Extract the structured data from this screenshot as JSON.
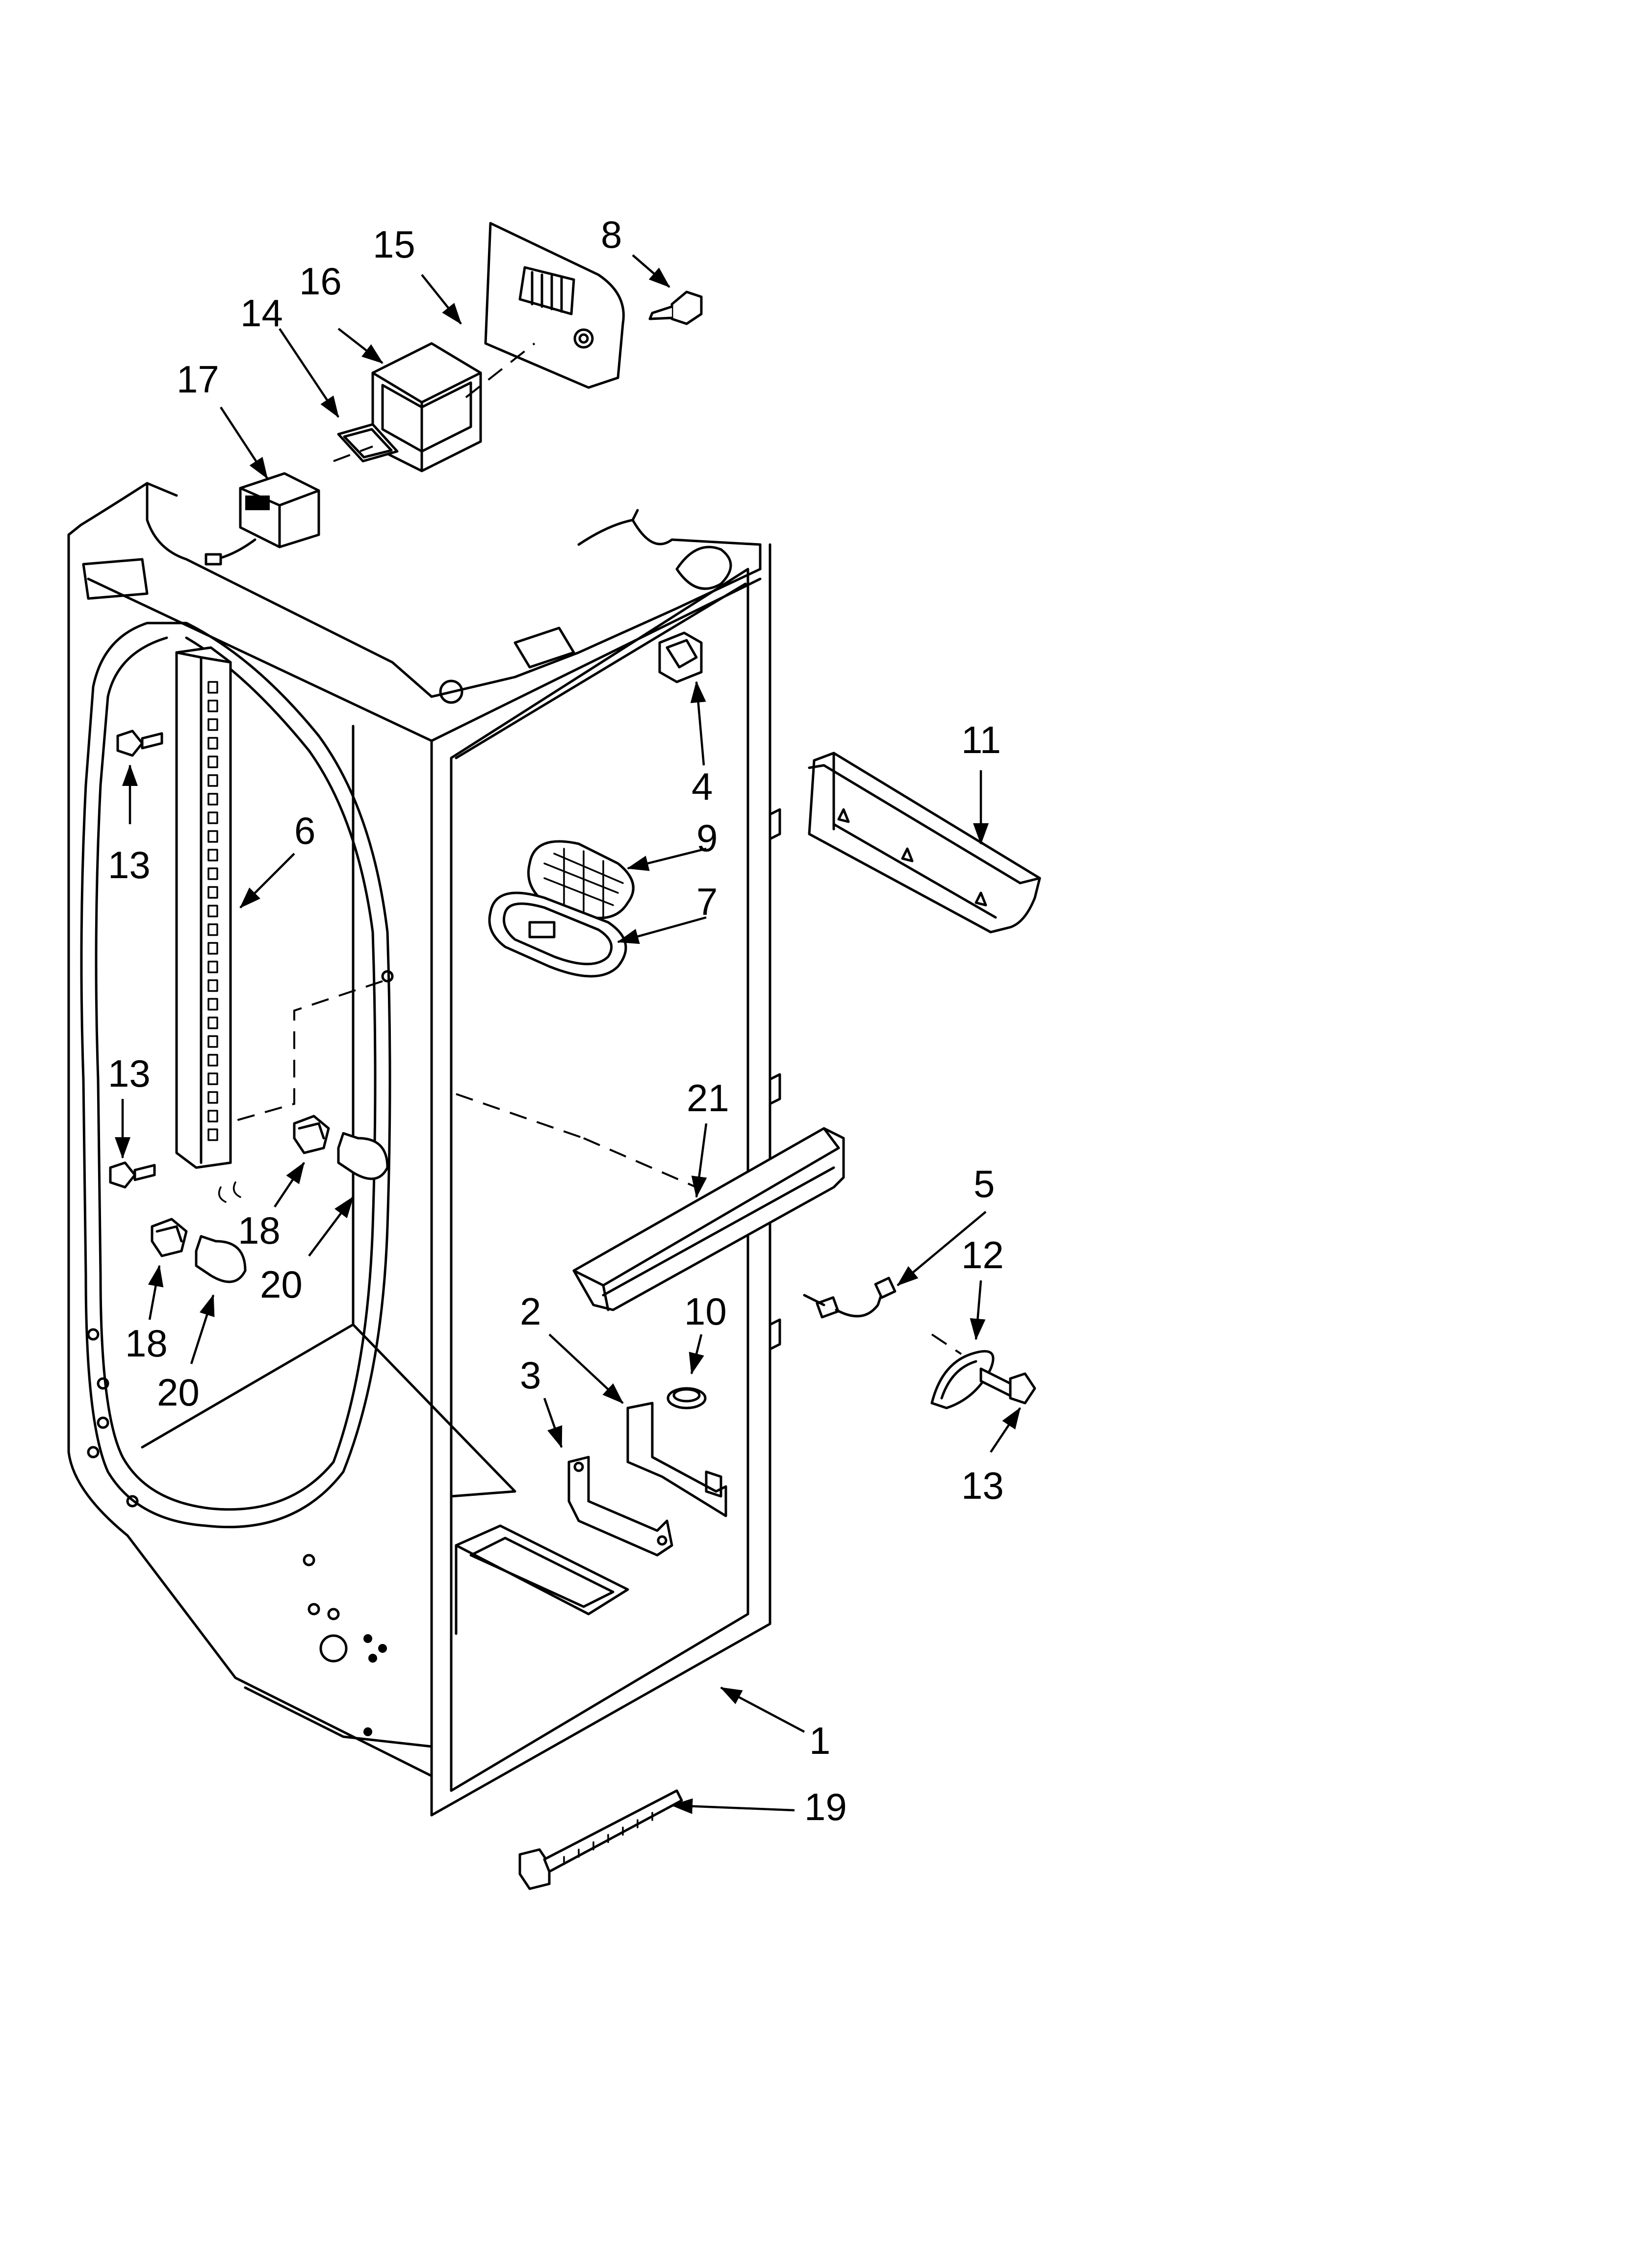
{
  "callouts": [
    {
      "id": "1",
      "label": "1"
    },
    {
      "id": "2",
      "label": "2"
    },
    {
      "id": "3",
      "label": "3"
    },
    {
      "id": "4",
      "label": "4"
    },
    {
      "id": "5",
      "label": "5"
    },
    {
      "id": "6",
      "label": "6"
    },
    {
      "id": "7",
      "label": "7"
    },
    {
      "id": "8",
      "label": "8"
    },
    {
      "id": "9",
      "label": "9"
    },
    {
      "id": "10",
      "label": "10"
    },
    {
      "id": "11",
      "label": "11"
    },
    {
      "id": "12",
      "label": "12"
    },
    {
      "id": "13a",
      "label": "13"
    },
    {
      "id": "13b",
      "label": "13"
    },
    {
      "id": "13c",
      "label": "13"
    },
    {
      "id": "14",
      "label": "14"
    },
    {
      "id": "15",
      "label": "15"
    },
    {
      "id": "16",
      "label": "16"
    },
    {
      "id": "17",
      "label": "17"
    },
    {
      "id": "18a",
      "label": "18"
    },
    {
      "id": "18b",
      "label": "18"
    },
    {
      "id": "19",
      "label": "19"
    },
    {
      "id": "20a",
      "label": "20"
    },
    {
      "id": "20b",
      "label": "20"
    },
    {
      "id": "21",
      "label": "21"
    }
  ]
}
